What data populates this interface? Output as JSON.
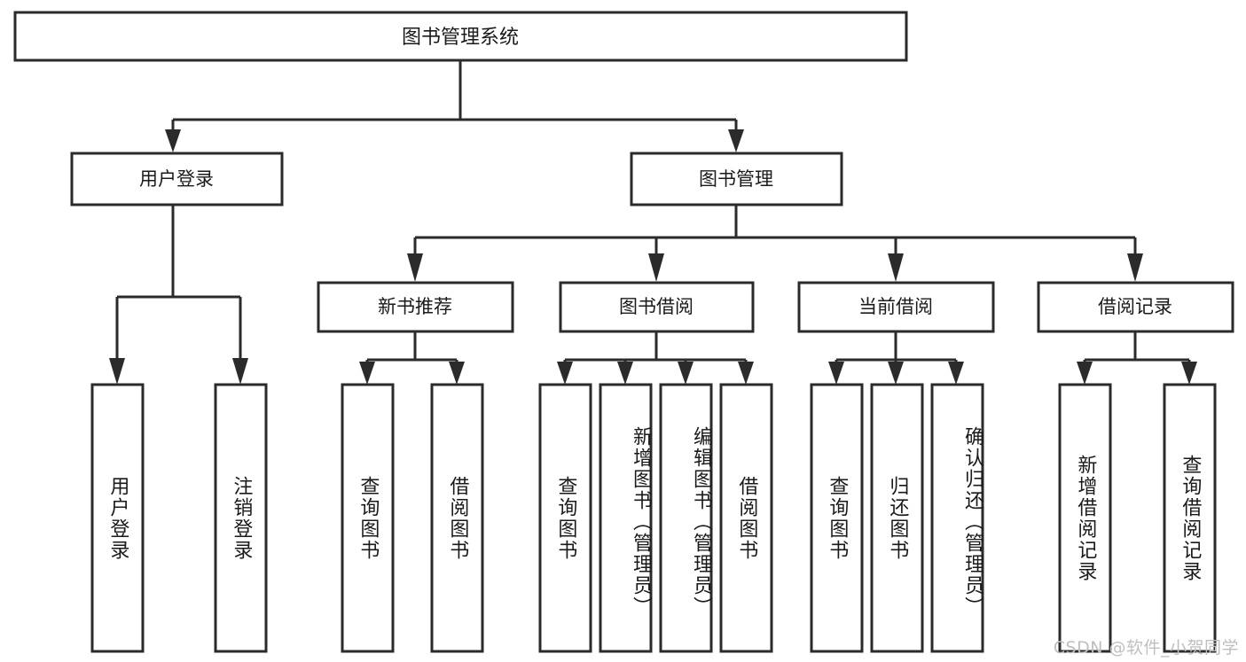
{
  "diagram": {
    "type": "tree-hierarchy",
    "title": "图书管理系统",
    "colors": {
      "background": "#ffffff",
      "box_fill": "#ffffff",
      "box_stroke": "#2b2b2b",
      "text": "#1a1a1a",
      "watermark": "#bfbfbf"
    },
    "root": {
      "label": "图书管理系统"
    },
    "level1": [
      {
        "id": "user-login",
        "label": "用户登录"
      },
      {
        "id": "book-manage",
        "label": "图书管理"
      }
    ],
    "level2": [
      {
        "id": "new-book-recommend",
        "label": "新书推荐",
        "parent": "book-manage"
      },
      {
        "id": "book-borrow",
        "label": "图书借阅",
        "parent": "book-manage"
      },
      {
        "id": "current-borrow",
        "label": "当前借阅",
        "parent": "book-manage"
      },
      {
        "id": "borrow-record",
        "label": "借阅记录",
        "parent": "book-manage"
      }
    ],
    "leaves": [
      {
        "id": "leaf-user-login",
        "label": "用户登录",
        "parent": "user-login"
      },
      {
        "id": "leaf-logout",
        "label": "注销登录",
        "parent": "user-login"
      },
      {
        "id": "leaf-query-book-1",
        "label": "查询图书",
        "parent": "new-book-recommend"
      },
      {
        "id": "leaf-borrow-book-1",
        "label": "借阅图书",
        "parent": "new-book-recommend"
      },
      {
        "id": "leaf-query-book-2",
        "label": "查询图书",
        "parent": "book-borrow"
      },
      {
        "id": "leaf-add-book",
        "label": "新增图书（管理员）",
        "parent": "book-borrow"
      },
      {
        "id": "leaf-edit-book",
        "label": "编辑图书（管理员）",
        "parent": "book-borrow"
      },
      {
        "id": "leaf-borrow-book-2",
        "label": "借阅图书",
        "parent": "book-borrow"
      },
      {
        "id": "leaf-query-book-3",
        "label": "查询图书",
        "parent": "current-borrow"
      },
      {
        "id": "leaf-return-book",
        "label": "归还图书",
        "parent": "current-borrow"
      },
      {
        "id": "leaf-confirm-return",
        "label": "确认归还（管理员）",
        "parent": "current-borrow"
      },
      {
        "id": "leaf-add-record",
        "label": "新增借阅记录",
        "parent": "borrow-record"
      },
      {
        "id": "leaf-query-record",
        "label": "查询借阅记录",
        "parent": "borrow-record"
      }
    ],
    "watermark": "CSDN @软件_小贺同学"
  }
}
